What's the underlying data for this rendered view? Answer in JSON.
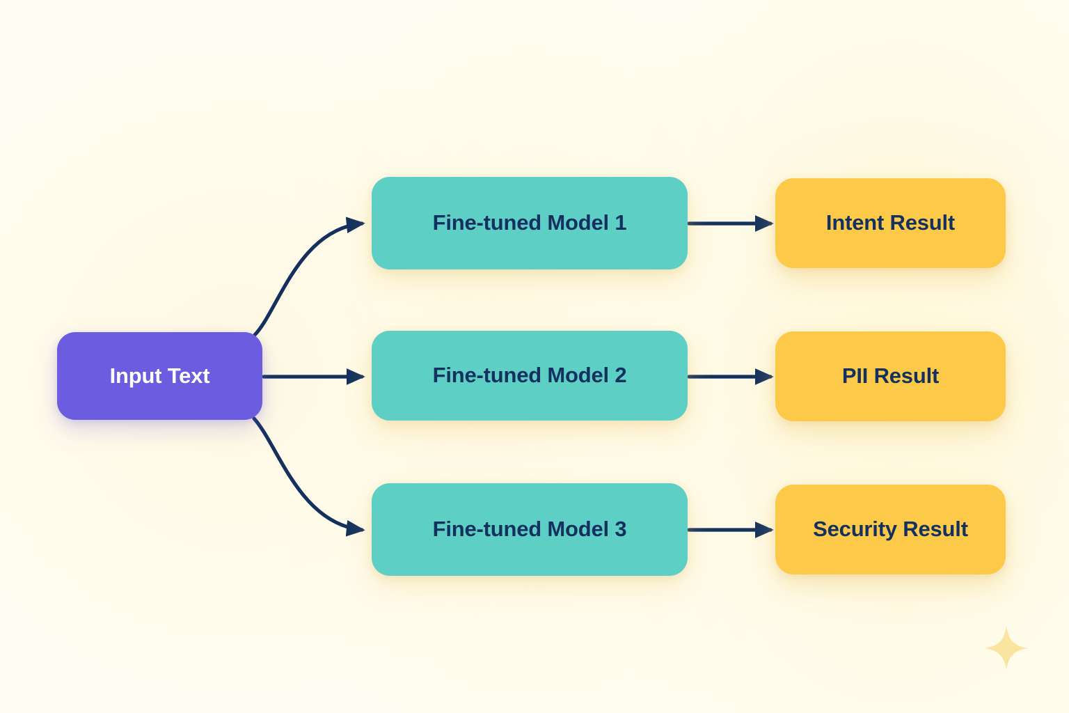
{
  "diagram": {
    "title_visible": false,
    "background_color": "#FFFDF2",
    "edge_color": "#14315E",
    "nodes": {
      "input": {
        "label": "Input Text",
        "color": "#6C5CE0",
        "text_color": "#FFFFFF"
      },
      "models": [
        {
          "label": "Fine-tuned Model 1",
          "color": "#5ECFC4",
          "text_color": "#13305E"
        },
        {
          "label": "Fine-tuned Model 2",
          "color": "#5ECFC4",
          "text_color": "#13305E"
        },
        {
          "label": "Fine-tuned Model 3",
          "color": "#5ECFC4",
          "text_color": "#13305E"
        }
      ],
      "results": [
        {
          "label": "Intent Result",
          "color": "#FDC948",
          "text_color": "#13305E"
        },
        {
          "label": "PII Result",
          "color": "#FDC948",
          "text_color": "#13305E"
        },
        {
          "label": "Security Result",
          "color": "#FDC948",
          "text_color": "#13305E"
        }
      ]
    },
    "edges": [
      {
        "from": "Input Text",
        "to": "Fine-tuned Model 1",
        "style": "curved",
        "arrow": true
      },
      {
        "from": "Input Text",
        "to": "Fine-tuned Model 2",
        "style": "straight",
        "arrow": true
      },
      {
        "from": "Input Text",
        "to": "Fine-tuned Model 3",
        "style": "curved",
        "arrow": true
      },
      {
        "from": "Fine-tuned Model 1",
        "to": "Intent Result",
        "style": "straight",
        "arrow": true
      },
      {
        "from": "Fine-tuned Model 2",
        "to": "PII Result",
        "style": "straight",
        "arrow": true
      },
      {
        "from": "Fine-tuned Model 3",
        "to": "Security Result",
        "style": "straight",
        "arrow": true
      }
    ],
    "decoration": {
      "sparkle_icon": "sparkle-icon",
      "sparkle_color": "#FBE3A0"
    }
  }
}
